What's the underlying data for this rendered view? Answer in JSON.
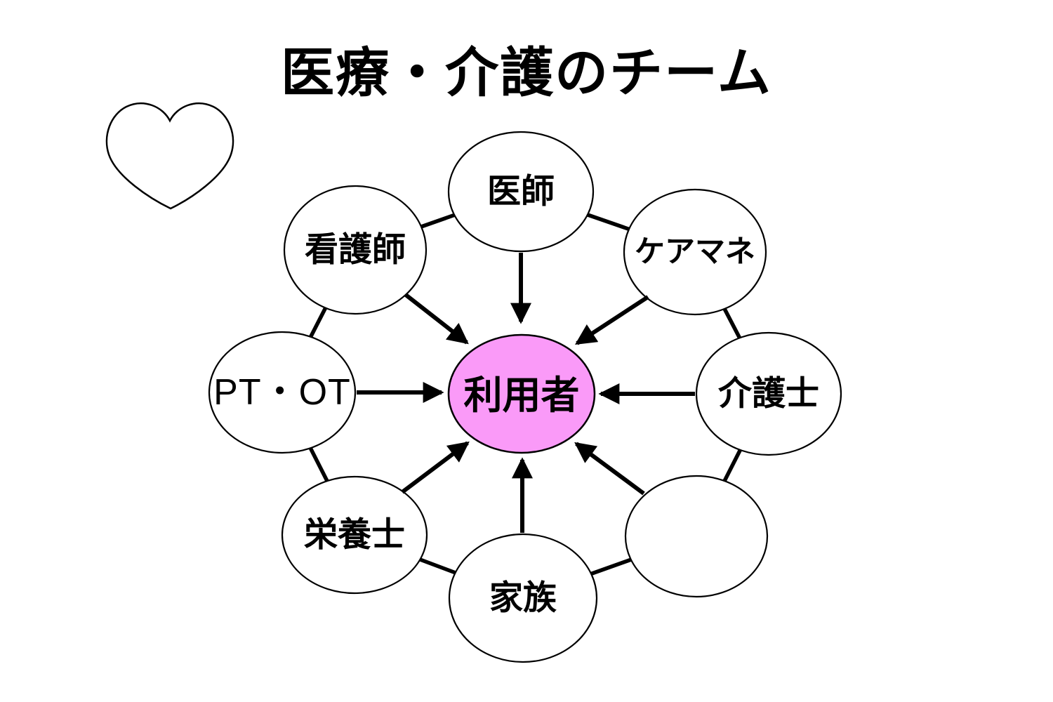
{
  "title": "医療・介護のチーム",
  "diagram": {
    "center": {
      "label": "利用者"
    },
    "nodes": [
      {
        "id": "doctor",
        "label": "医師"
      },
      {
        "id": "care-manager",
        "label": "ケアマネ"
      },
      {
        "id": "care-worker",
        "label": "介護士"
      },
      {
        "id": "empty",
        "label": ""
      },
      {
        "id": "family",
        "label": "家族"
      },
      {
        "id": "nutritionist",
        "label": "栄養士"
      },
      {
        "id": "pt-ot",
        "label": "PT・OT"
      },
      {
        "id": "nurse",
        "label": "看護師"
      }
    ],
    "icons": [
      "heart-outline"
    ]
  },
  "colors": {
    "center_fill": "#FA9AF8",
    "node_fill": "#FFFFFF",
    "stroke": "#000000"
  }
}
